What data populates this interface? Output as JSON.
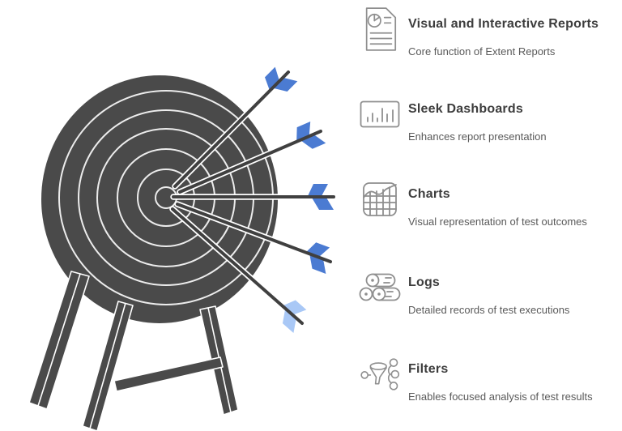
{
  "illustration": {
    "alt": "Dartboard target on a wooden stand with five arrows hitting the bullseye",
    "arrow_count": 5
  },
  "features": [
    {
      "icon": "report-document-icon",
      "title": "Visual and Interactive Reports",
      "description": "Core function of Extent Reports"
    },
    {
      "icon": "dashboard-bars-icon",
      "title": "Sleek Dashboards",
      "description": "Enhances report presentation"
    },
    {
      "icon": "charts-grid-icon",
      "title": "Charts",
      "description": "Visual representation of test outcomes"
    },
    {
      "icon": "wood-logs-icon",
      "title": "Logs",
      "description": "Detailed records of test executions"
    },
    {
      "icon": "filter-funnel-icon",
      "title": "Filters",
      "description": "Enables focused analysis of test results"
    }
  ],
  "colors": {
    "board": "#4a4a4a",
    "ring": "#ececec",
    "shaft": "#404040",
    "fletch": "#4b7bd2",
    "fletch-light": "#a9c8f6",
    "icon-stroke": "#8f8f8f",
    "title-color": "#3d3d3d",
    "desc-color": "#595959"
  }
}
